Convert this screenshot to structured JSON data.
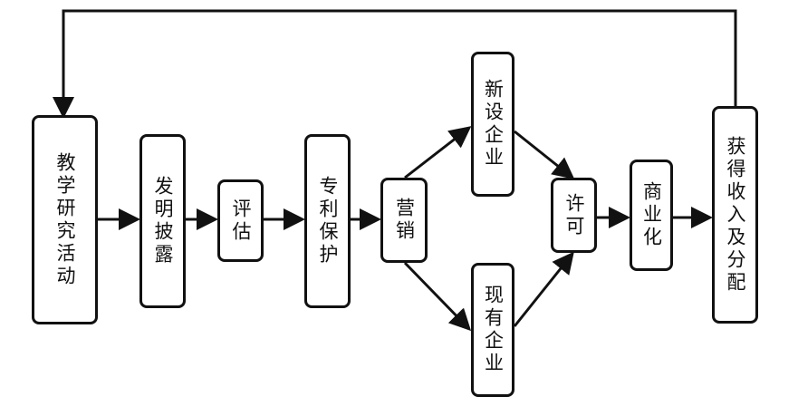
{
  "nodes": {
    "research": "教学研究活动",
    "disclosure": "发明披露",
    "evaluation": "评估",
    "patent": "专利保护",
    "marketing": "营销",
    "startup": "新设企业",
    "existing": "现有企业",
    "license": "许可",
    "commercialization": "商业化",
    "revenue": "获得收入及分配"
  }
}
